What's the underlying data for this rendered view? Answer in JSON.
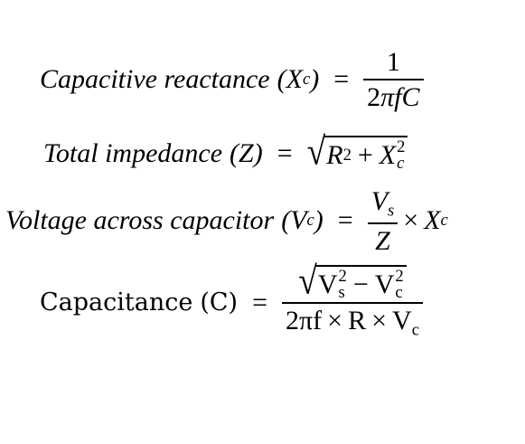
{
  "eq1": {
    "label": "Capacitive reactance",
    "open": "(",
    "var": "X",
    "sub": "c",
    "close": ")",
    "eq": "=",
    "num": "1",
    "den_2": "2",
    "den_pi": "π",
    "den_f": "f",
    "den_C": "C"
  },
  "eq2": {
    "label": "Total impedance",
    "open": "(",
    "var": "Z",
    "close": ")",
    "eq": "=",
    "R": "R",
    "sup2": "2",
    "plus": "+",
    "X": "X",
    "xsup": "2",
    "xsub": "c"
  },
  "eq3": {
    "label": "Voltage across capacitor",
    "open": "(",
    "var": "V",
    "sub": "c",
    "close": ")",
    "eq": "=",
    "num": "V",
    "numsub": "s",
    "den": "Z",
    "times": "×",
    "X": "X",
    "xsub": "c"
  },
  "eq4": {
    "label": "Capacitance",
    "paren": "(C)",
    "eq": "=",
    "V1": "V",
    "V1sup": "2",
    "V1sub": "s",
    "minus": "−",
    "V2": "V",
    "V2sup": "2",
    "V2sub": "c",
    "den_2pi": "2π",
    "den_f": "f",
    "times1": "×",
    "den_R": "R",
    "times2": "×",
    "den_V": "V",
    "den_Vsub": "c"
  }
}
